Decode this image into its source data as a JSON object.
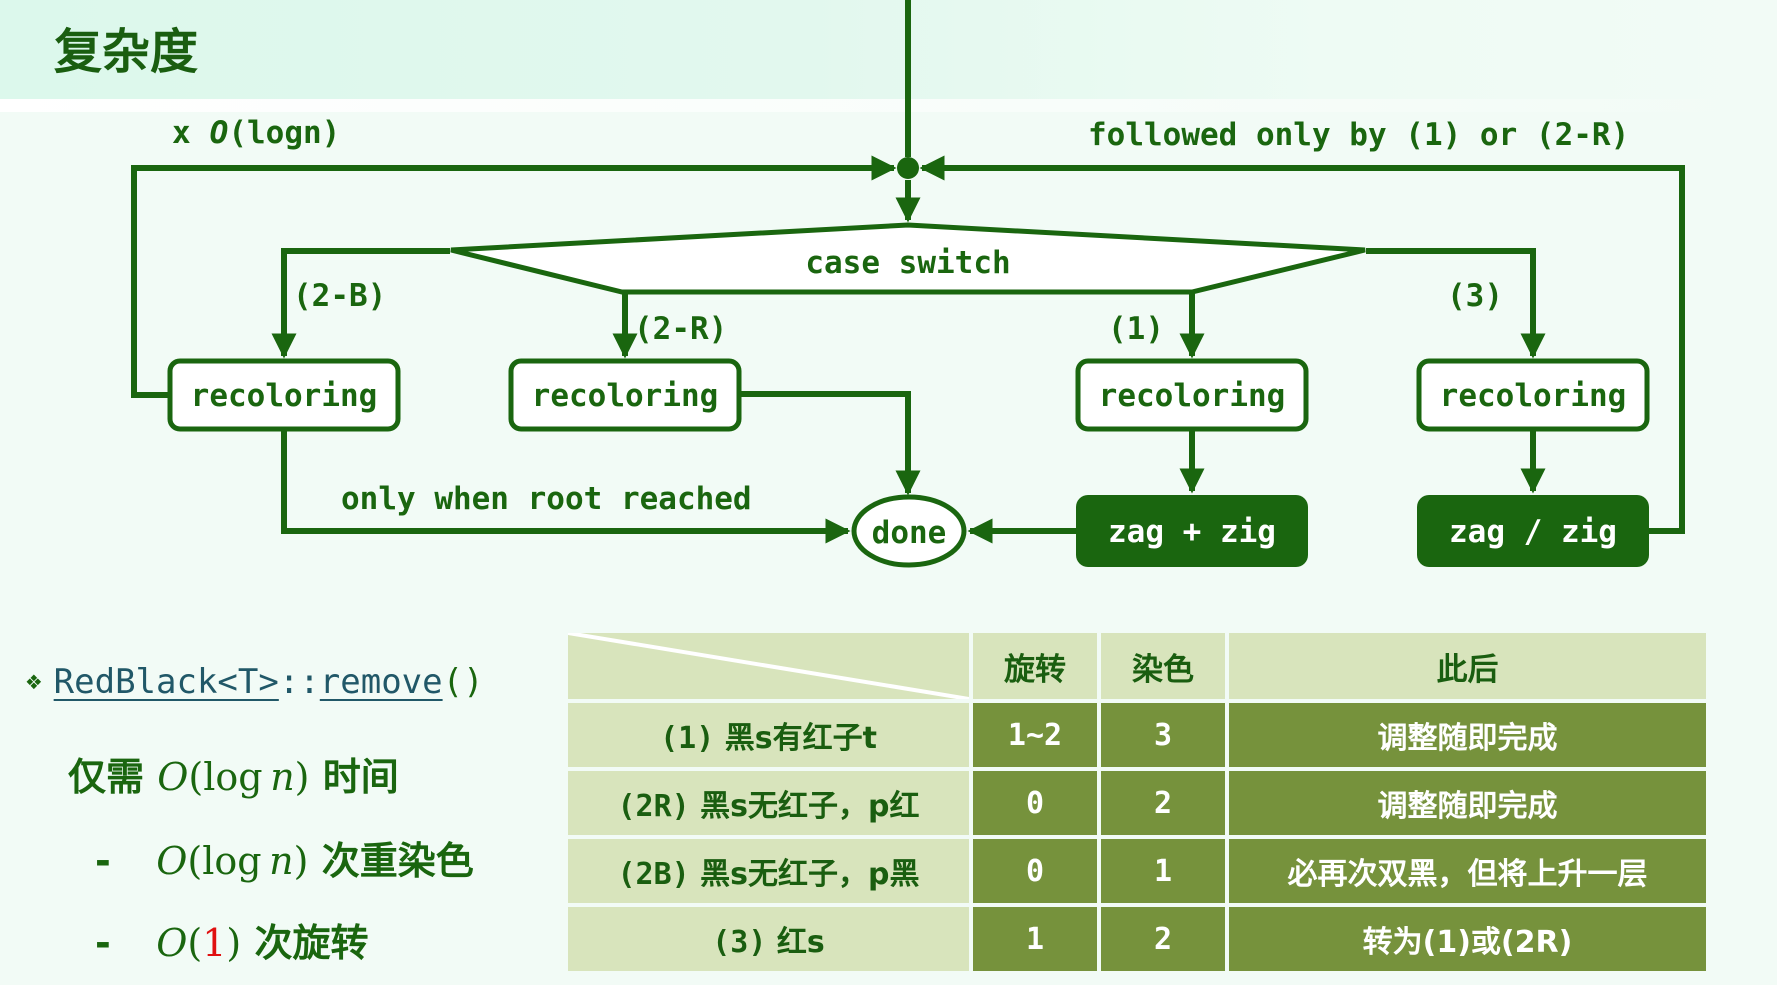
{
  "header": {
    "title": "复杂度"
  },
  "diagram": {
    "loop_left_label": "x",
    "loop_left_math": "O",
    "loop_left_suffix": "(logn)",
    "loop_right_label": "followed only by (1) or (2-R)",
    "switch_label": "case switch",
    "branches": [
      {
        "label": "(2-B)",
        "step": "recoloring"
      },
      {
        "label": "(2-R)",
        "step": "recoloring"
      },
      {
        "label": "(1)",
        "step": "recoloring",
        "rotation": "zag + zig"
      },
      {
        "label": "(3)",
        "step": "recoloring",
        "rotation": "zag / zig"
      }
    ],
    "root_label": "only when root reached",
    "done_label": "done",
    "colors": {
      "line": "#1a660f",
      "node_fill": "#ffffff",
      "rotation_fill": "#1a660f"
    }
  },
  "summary": {
    "bullet_icon": "❖",
    "class_name": "RedBlack<T>",
    "scope": "::",
    "method": "remove",
    "parens": "()",
    "line1_prefix": "仅需",
    "line1_math_O": "O",
    "line1_math_arg": "(log",
    "line1_math_n": "n",
    "line1_math_close": ")",
    "line1_suffix": "时间",
    "line2_dash": "-",
    "line2_math_O": "O",
    "line2_math_arg": "(log",
    "line2_math_n": "n",
    "line2_math_close": ")",
    "line2_suffix": "次重染色",
    "line3_dash": "-",
    "line3_math_O": "O",
    "line3_math_open": "(",
    "line3_math_one": "1",
    "line3_math_close": ")",
    "line3_suffix": "次旋转"
  },
  "table": {
    "headers": [
      "",
      "旋转",
      "染色",
      "此后"
    ],
    "rows": [
      {
        "case_num": "(1)",
        "case_text": "黑s有红子t",
        "rotations": "1~2",
        "recolors": "3",
        "after": "调整随即完成"
      },
      {
        "case_num": "(2R)",
        "case_text": "黑s无红子，p红",
        "rotations": "0",
        "recolors": "2",
        "after": "调整随即完成"
      },
      {
        "case_num": "(2B)",
        "case_text": "黑s无红子，p黑",
        "rotations": "0",
        "recolors": "1",
        "after": "必再次双黑，但将上升一层"
      },
      {
        "case_num": "(3)",
        "case_text": "红s",
        "rotations": "1",
        "recolors": "2",
        "after": "转为(1)或(2R)"
      }
    ],
    "colors": {
      "light": "#d8e4bc",
      "dark": "#76923c"
    }
  }
}
